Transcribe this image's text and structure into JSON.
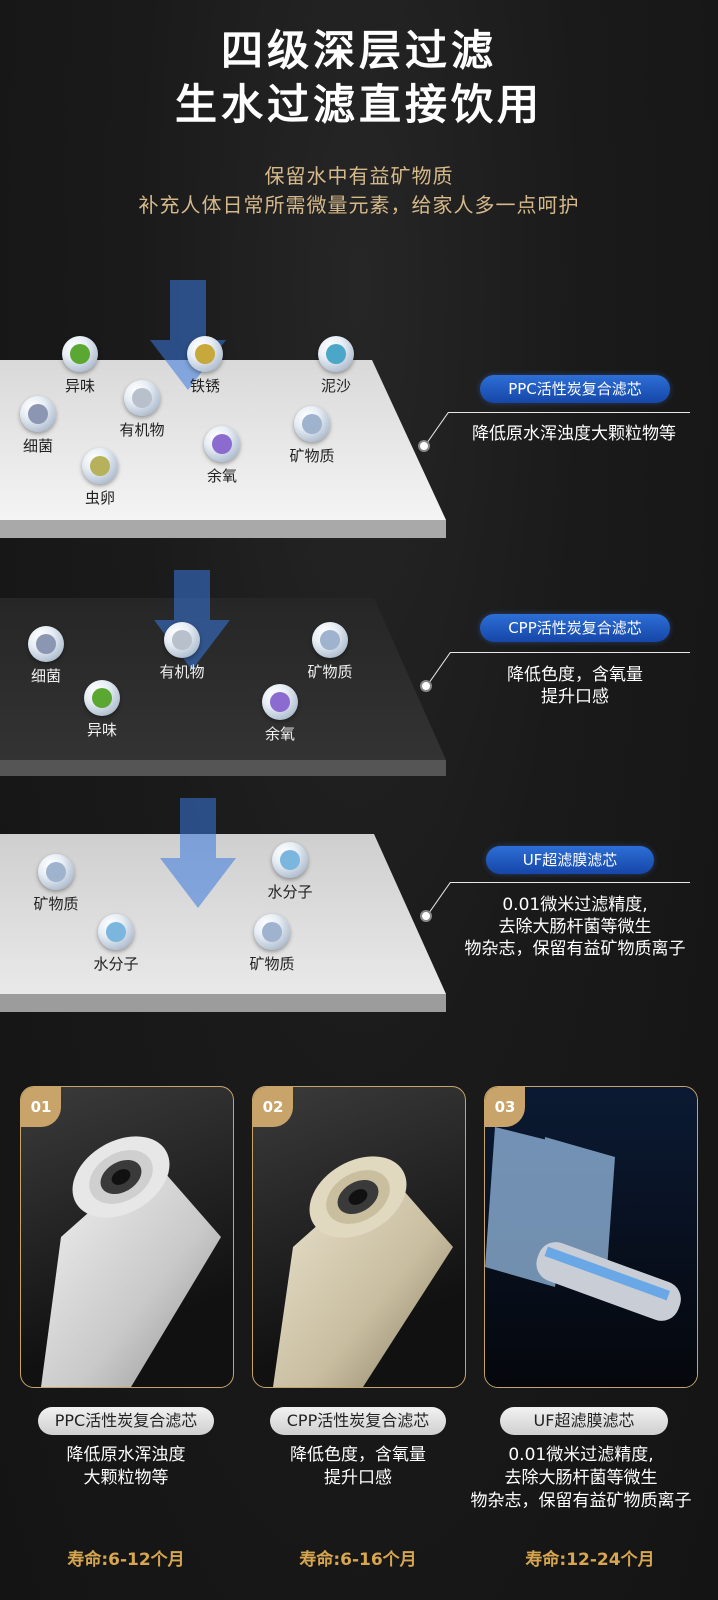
{
  "header": {
    "title_line1": "四级深层过滤",
    "title_line2": "生水过滤直接饮用",
    "subtitle_line1": "保留水中有益矿物质",
    "subtitle_line2": "补充人体日常所需微量元素，给家人多一点呵护"
  },
  "layers": [
    {
      "badge": "PPC活性炭复合滤芯",
      "desc": [
        "降低原水浑浊度大颗粒物等"
      ],
      "items": [
        {
          "label": "异味",
          "icon": "odor-icon"
        },
        {
          "label": "铁锈",
          "icon": "rust-icon"
        },
        {
          "label": "泥沙",
          "icon": "sand-icon"
        },
        {
          "label": "细菌",
          "icon": "bacteria-icon"
        },
        {
          "label": "有机物",
          "icon": "organic-icon"
        },
        {
          "label": "矿物质",
          "icon": "mineral-icon"
        },
        {
          "label": "余氧",
          "icon": "residual-oxygen-icon"
        },
        {
          "label": "虫卵",
          "icon": "egg-icon"
        }
      ]
    },
    {
      "badge": "CPP活性炭复合滤芯",
      "desc": [
        "降低色度，含氧量",
        "提升口感"
      ],
      "items": [
        {
          "label": "细菌",
          "icon": "bacteria-icon"
        },
        {
          "label": "有机物",
          "icon": "organic-icon"
        },
        {
          "label": "矿物质",
          "icon": "mineral-icon"
        },
        {
          "label": "异味",
          "icon": "odor-icon"
        },
        {
          "label": "余氧",
          "icon": "residual-oxygen-icon"
        }
      ]
    },
    {
      "badge": "UF超滤膜滤芯",
      "desc": [
        "0.01微米过滤精度,",
        "去除大肠杆菌等微生",
        "物杂志，保留有益矿物质离子"
      ],
      "items": [
        {
          "label": "矿物质",
          "icon": "mineral-icon"
        },
        {
          "label": "水分子",
          "icon": "water-icon"
        },
        {
          "label": "水分子",
          "icon": "water-icon"
        },
        {
          "label": "矿物质",
          "icon": "mineral-icon"
        }
      ]
    }
  ],
  "cards": [
    {
      "num": "01",
      "name": "PPC活性炭复合滤芯",
      "desc": [
        "降低原水浑浊度",
        "大颗粒物等"
      ],
      "life": "寿命:6-12个月",
      "color": "#d9d9d9"
    },
    {
      "num": "02",
      "name": "CPP活性炭复合滤芯",
      "desc": [
        "降低色度，含氧量",
        "提升口感"
      ],
      "life": "寿命:6-16个月",
      "color": "#d8cdb3"
    },
    {
      "num": "03",
      "name": "UF超滤膜滤芯",
      "desc": [
        "0.01微米过滤精度,",
        "去除大肠杆菌等微生",
        "物杂志，保留有益矿物质离子"
      ],
      "life": "寿命:12-24个月",
      "color": "#c8ccd2"
    }
  ],
  "colors": {
    "accent_gold": "#d6b98a",
    "badge_blue": "#1f58c0",
    "life_orange": "#d8a64e",
    "card_border": "#c8a46a"
  }
}
